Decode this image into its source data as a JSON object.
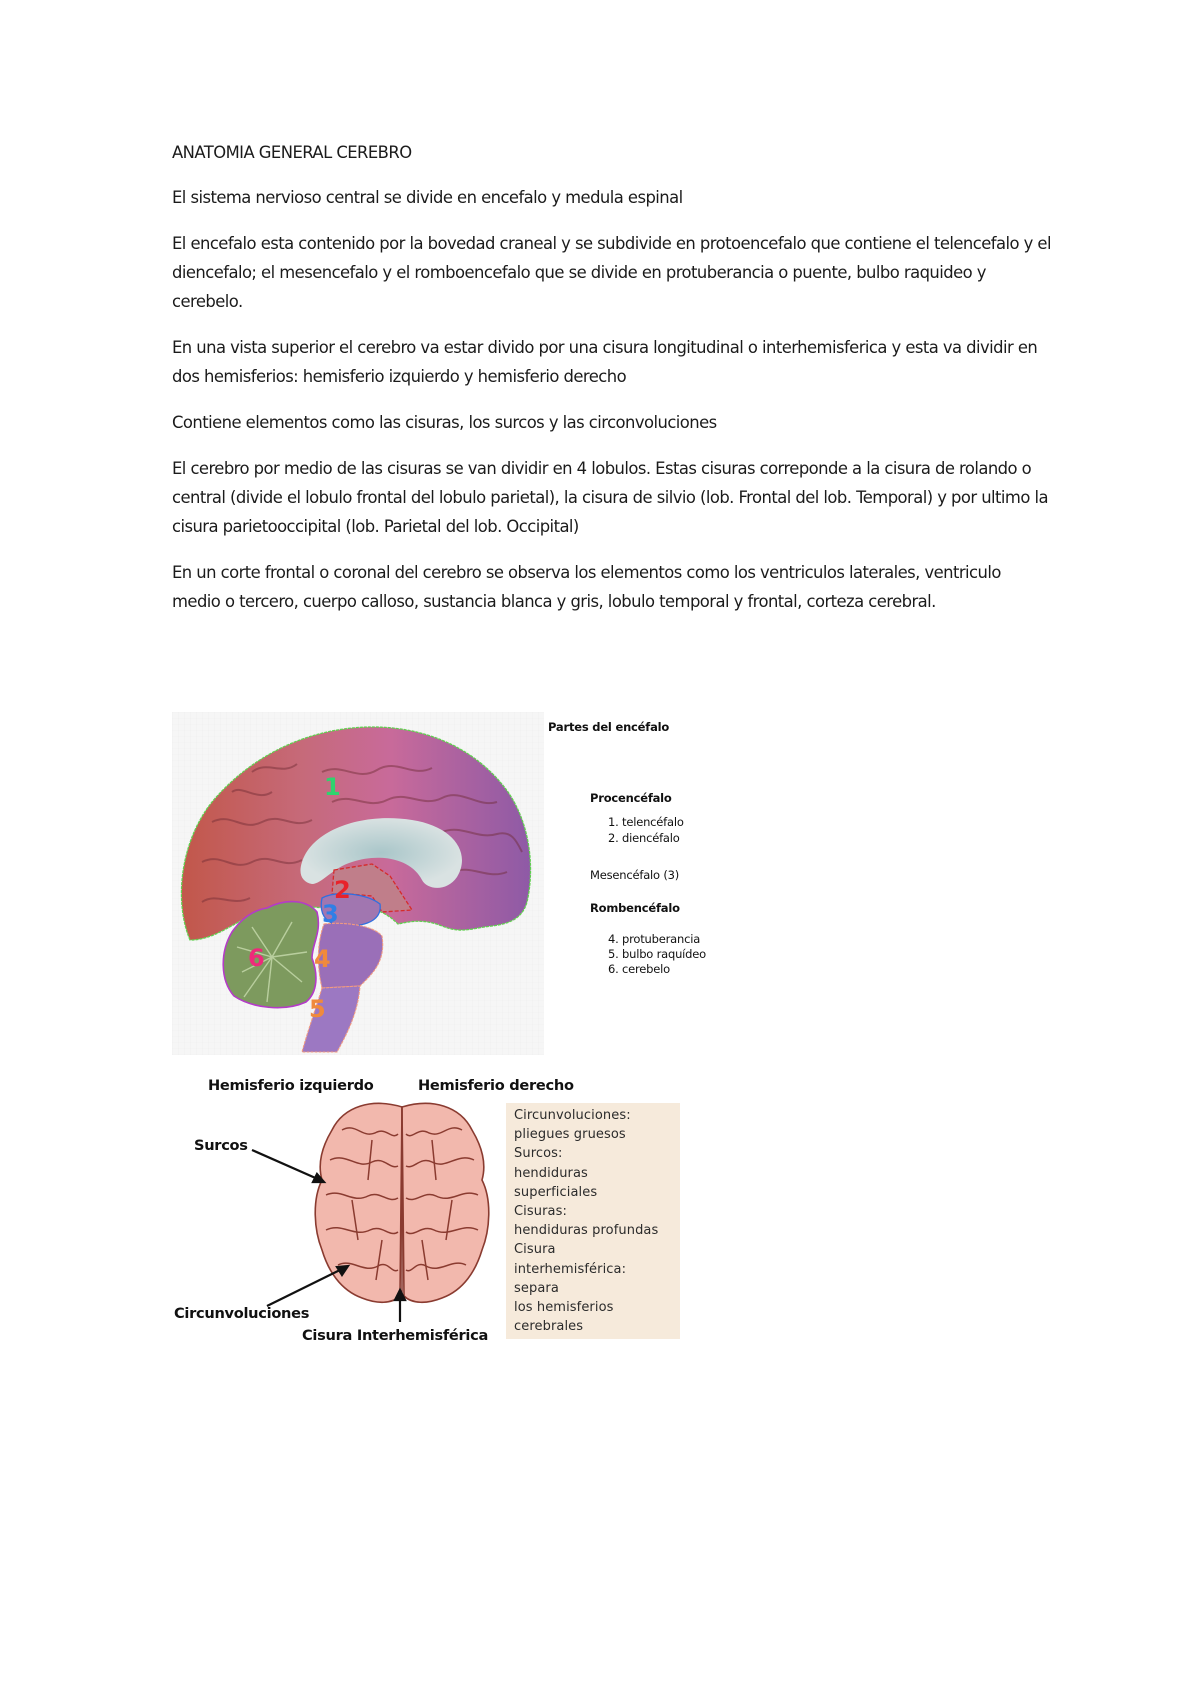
{
  "document": {
    "title": "ANATOMIA GENERAL CEREBRO",
    "paragraphs": [
      "El sistema nervioso central se divide en encefalo y medula espinal",
      "El encefalo esta contenido por la bovedad craneal y se subdivide en protoencefalo que contiene el telencefalo y el diencefalo; el mesencefalo y el romboencefalo que se divide en protuberancia o puente, bulbo raquideo y cerebelo.",
      "En una vista superior el cerebro va estar divido por una cisura longitudinal o interhemisferica y esta va dividir en dos hemisferios: hemisferio izquierdo y hemisferio derecho",
      "Contiene elementos como las cisuras, los surcos y las circonvoluciones",
      "El cerebro por medio de las cisuras se van dividir en 4 lobulos. Estas cisuras correponde a la cisura de rolando o central (divide el lobulo frontal del lobulo parietal), la cisura de silvio (lob. Frontal del lob. Temporal) y por ultimo la cisura parietooccipital (lob. Parietal del lob. Occipital)",
      "En un corte frontal o coronal del cerebro se observa los elementos como los ventriculos laterales, ventriculo medio o tercero, cuerpo calloso, sustancia blanca y gris, lobulo temporal y frontal, corteza cerebral."
    ]
  },
  "figure1": {
    "markers": [
      "1",
      "2",
      "3",
      "4",
      "5",
      "6"
    ],
    "marker_colors": {
      "1": "#2fd36e",
      "2": "#e8222b",
      "3": "#2f7fe6",
      "4": "#f08a3c",
      "5": "#f08a3c",
      "6": "#ee2a7b"
    },
    "legend": {
      "heading": "Partes del encéfalo",
      "group1": "Procencéfalo",
      "item1": "1. telencéfalo",
      "item2": "2. diencéfalo",
      "group2": "Mesencéfalo (3)",
      "group3": "Rombencéfalo",
      "item4": "4. protuberancia",
      "item5": "5. bulbo raquídeo",
      "item6": "6. cerebelo"
    }
  },
  "figure2": {
    "label_left_hemisphere": "Hemisferio izquierdo",
    "label_right_hemisphere": "Hemisferio derecho",
    "label_surcos": "Surcos",
    "label_circunvoluciones": "Circunvoluciones",
    "label_cisura": "Cisura Interhemisférica",
    "infobox": [
      "Circunvoluciones:",
      "pliegues gruesos",
      "Surcos:",
      "hendiduras",
      "superficiales",
      "Cisuras:",
      "hendiduras profundas",
      "Cisura",
      "interhemisférica:",
      "separa",
      "los hemisferios",
      "cerebrales"
    ],
    "colors": {
      "brain_fill": "#f2b8ad",
      "brain_stroke": "#8a3b30",
      "infobox_bg": "#f6eadb"
    }
  }
}
